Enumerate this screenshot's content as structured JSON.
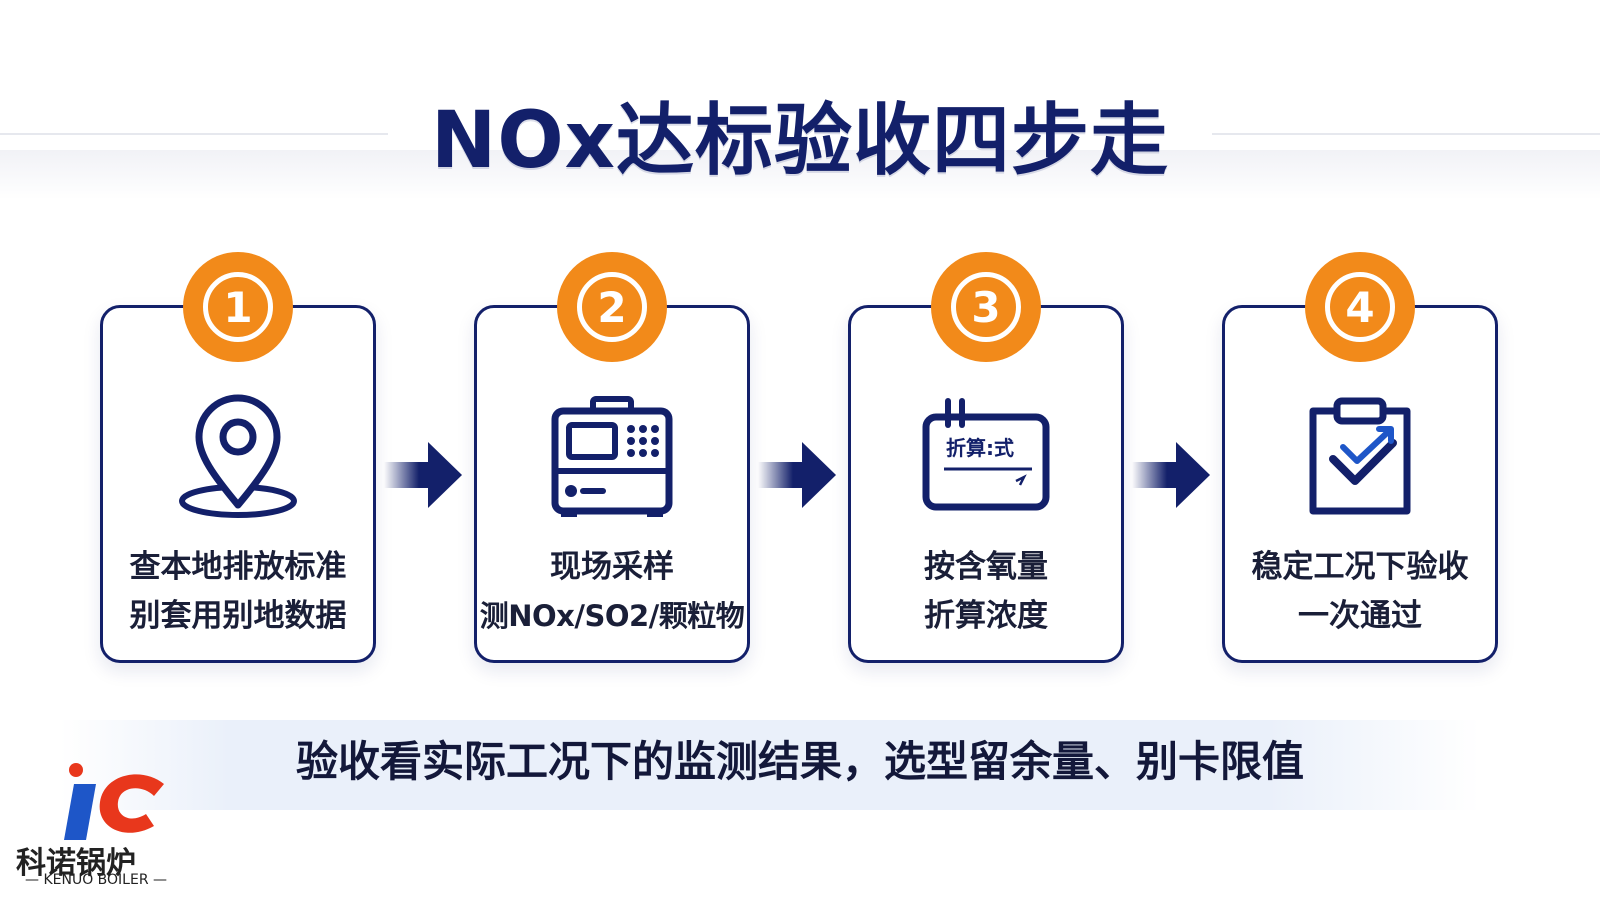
{
  "title": "NOx达标验收四步走",
  "steps": [
    {
      "number": "1",
      "line1": "查本地排放标准",
      "line2": "别套用别地数据",
      "icon": "location-pin-icon"
    },
    {
      "number": "2",
      "line1": "现场采样",
      "line2": "测NOx/SO2/颗粒物",
      "icon": "gas-analyzer-icon"
    },
    {
      "number": "3",
      "line1": "按含氧量",
      "line2": "折算浓度",
      "icon": "formula-board-icon",
      "icon_text": "折算:式"
    },
    {
      "number": "4",
      "line1": "稳定工况下验收",
      "line2": "一次通过",
      "icon": "clipboard-check-icon"
    }
  ],
  "summary": "验收看实际工况下的监测结果，选型留余量、别卡限值",
  "logo": {
    "name": "科诺锅炉",
    "sub": "— KENUO BOILER —"
  },
  "colors": {
    "navy": "#13206a",
    "orange": "#f28a1a",
    "blue": "#1e56c8"
  }
}
